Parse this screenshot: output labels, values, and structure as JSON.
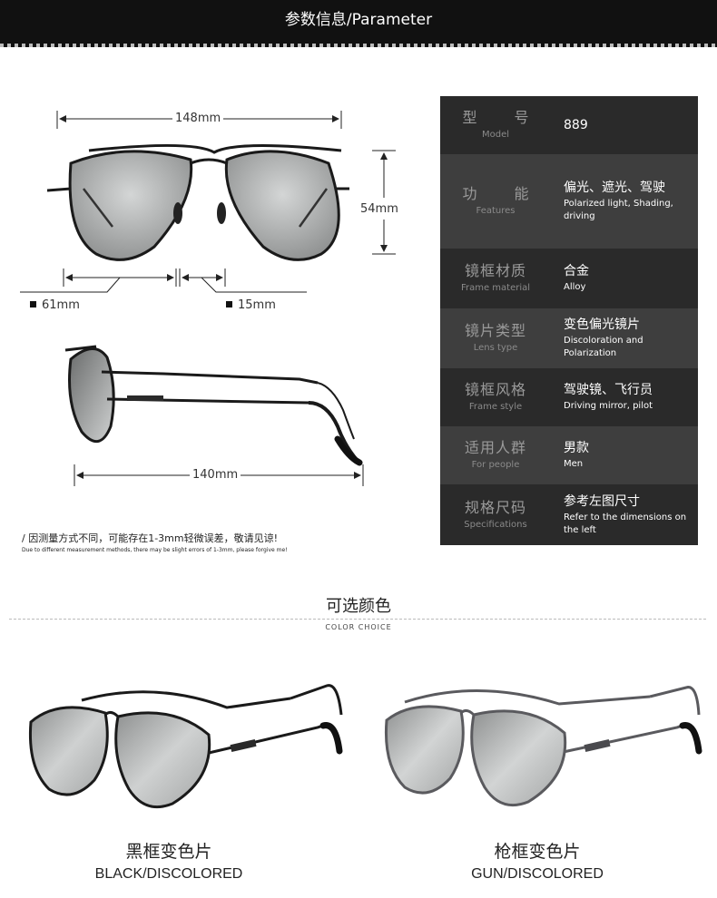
{
  "header": {
    "title": "参数信息/Parameter"
  },
  "dimensions": {
    "total_width": "148mm",
    "height": "54mm",
    "lens_width": "61mm",
    "bridge": "15mm",
    "temple_length": "140mm"
  },
  "note": {
    "cn": "/ 因测量方式不同，可能存在1-3mm轻微误差，敬请见谅!",
    "en": "Due to different measurement methods, there may be slight errors of 1-3mm, please forgive me!"
  },
  "specs": [
    {
      "cn": "型 号",
      "en": "Model",
      "value": "889",
      "value_en": ""
    },
    {
      "cn": "功 能",
      "en": "Features",
      "value": "偏光、遮光、驾驶",
      "value_en": "Polarized light, Shading, driving"
    },
    {
      "cn": "镜框材质",
      "en": "Frame material",
      "value": "合金",
      "value_en": "Alloy"
    },
    {
      "cn": "镜片类型",
      "en": "Lens type",
      "value": "变色偏光镜片",
      "value_en": "Discoloration and Polarization"
    },
    {
      "cn": "镜框风格",
      "en": "Frame style",
      "value": "驾驶镜、飞行员",
      "value_en": "Driving mirror, pilot"
    },
    {
      "cn": "适用人群",
      "en": "For people",
      "value": "男款",
      "value_en": "Men"
    },
    {
      "cn": "规格尺码",
      "en": "Specifications",
      "value": "参考左图尺寸",
      "value_en": "Refer to the dimensions on the left"
    }
  ],
  "color_choice": {
    "title": "可选颜色",
    "subtitle": "COLOR CHOICE",
    "variants": [
      {
        "cn": "黑框变色片",
        "en": "BLACK/DISCOLORED",
        "frame_color": "#1a1a1a"
      },
      {
        "cn": "枪框变色片",
        "en": "GUN/DISCOLORED",
        "frame_color": "#5a5a5e"
      }
    ]
  },
  "colors": {
    "header_bg": "#111111",
    "table_bg": "#2a2a2a",
    "table_alt": "#3e3e3e",
    "lens": "#b4b6b6"
  }
}
